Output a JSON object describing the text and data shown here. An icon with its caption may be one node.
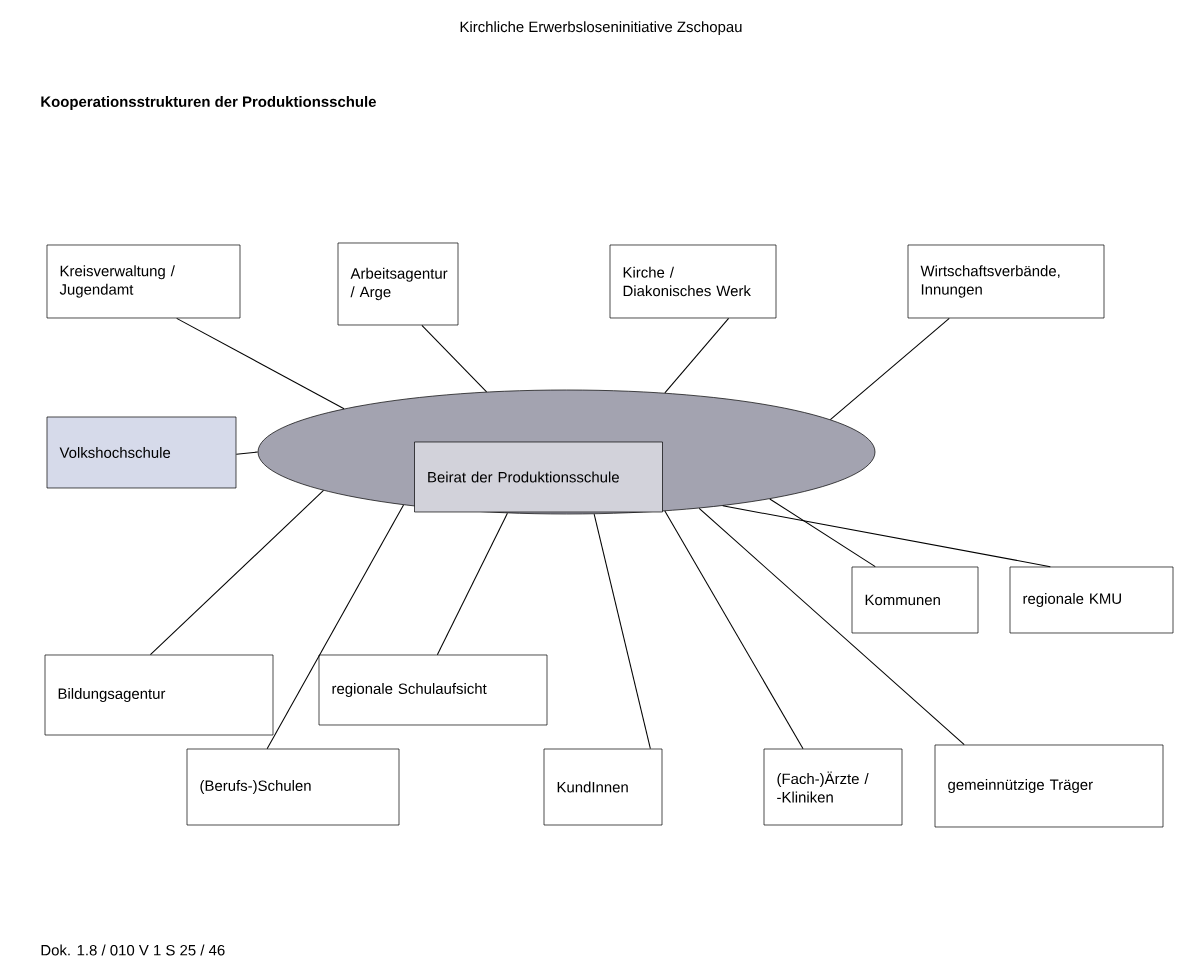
{
  "diagram": {
    "title": "Kooperationsstrukturen der Produktionsschule",
    "nodes": [
      {
        "text": [],
        "shape": "ellipse"
      },
      {
        "text": [
          "Beirat der Produktionsschule"
        ],
        "in": 0
      },
      {
        "text": [
          "Kreisverwaltung / Jugendamt"
        ]
      },
      {
        "text": [
          "Arbeitsagentur / Arge"
        ]
      },
      {
        "text": [
          "Kirche / Diakonisches Werk"
        ]
      },
      {
        "text": [
          "Wirtschaftsverbände, Innungen"
        ]
      },
      {
        "text": [
          "Volkshochschule"
        ]
      },
      {
        "text": [
          "Kommunen"
        ]
      },
      {
        "text": [
          "regionale KMU"
        ]
      },
      {
        "text": [
          "Bildungsagentur"
        ]
      },
      {
        "text": [
          "regionale Schulaufsicht"
        ]
      },
      {
        "text": [
          "(Berufs-)Schulen"
        ]
      },
      {
        "text": [
          "KundInnen"
        ]
      },
      {
        "text": [
          "(Fach-)Ärzte / -Kliniken"
        ]
      },
      {
        "text": [
          "gemeinnützige Träger"
        ]
      }
    ],
    "edges": [
      {
        "from": 0,
        "to": 2,
        "arrow": "none"
      },
      {
        "from": 0,
        "to": 3,
        "arrow": "none"
      },
      {
        "from": 0,
        "to": 4,
        "arrow": "none"
      },
      {
        "from": 0,
        "to": 5,
        "arrow": "none"
      },
      {
        "from": 0,
        "to": 6,
        "arrow": "none"
      },
      {
        "from": 0,
        "to": 7,
        "arrow": "none"
      },
      {
        "from": 0,
        "to": 8,
        "arrow": "none"
      },
      {
        "from": 0,
        "to": 9,
        "arrow": "none"
      },
      {
        "from": 0,
        "to": 10,
        "arrow": "none"
      },
      {
        "from": 0,
        "to": 11,
        "arrow": "none"
      },
      {
        "from": 0,
        "to": 12,
        "arrow": "none"
      },
      {
        "from": 0,
        "to": 13,
        "arrow": "none"
      },
      {
        "from": 0,
        "to": 14,
        "arrow": "none"
      }
    ],
    "labels": [
      "Kirchliche Erwerbsloseninitiative Zschopau",
      "Dok. 1.8 / 010 V 1 S 25 / 46"
    ]
  }
}
